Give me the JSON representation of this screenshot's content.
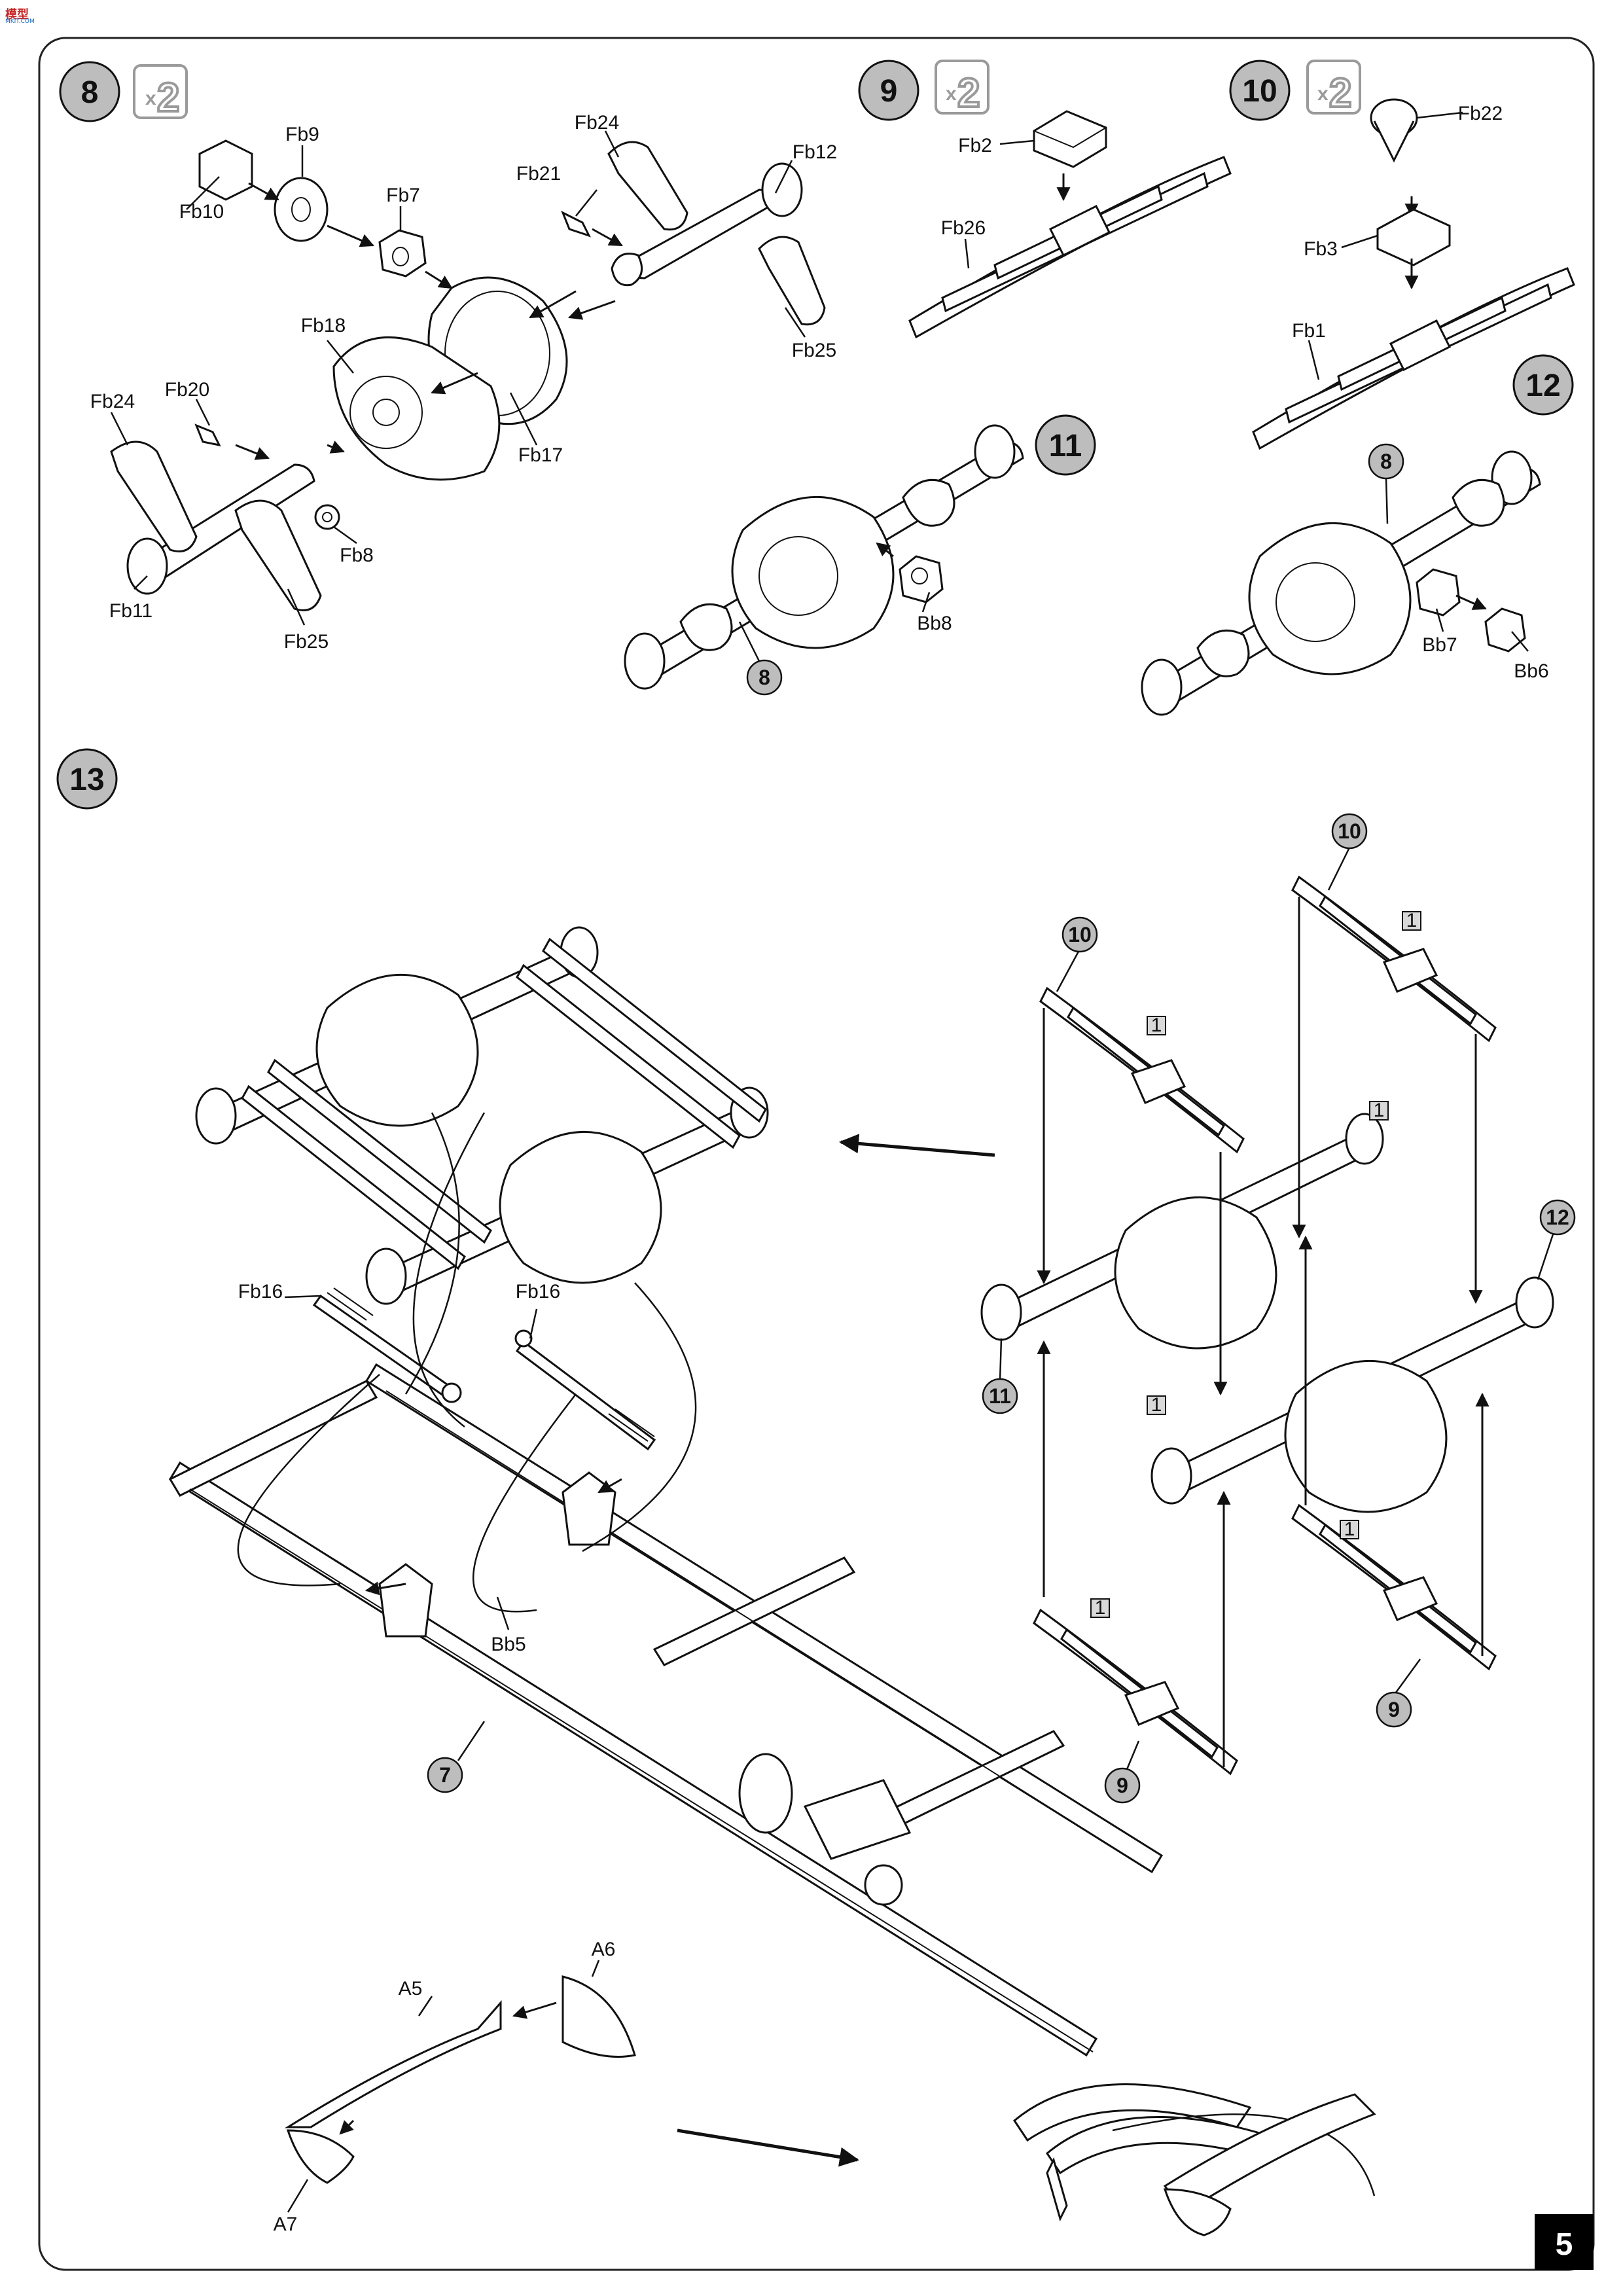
{
  "logo": {
    "text": "模型",
    "subtext": "MKIT.COM"
  },
  "page_number": "5",
  "steps": {
    "s8": {
      "number": "8",
      "multiplier_x": "x",
      "multiplier_n": "2"
    },
    "s9": {
      "number": "9",
      "multiplier_x": "x",
      "multiplier_n": "2"
    },
    "s10": {
      "number": "10",
      "multiplier_x": "x",
      "multiplier_n": "2"
    },
    "s11": {
      "number": "11"
    },
    "s12": {
      "number": "12"
    },
    "s13": {
      "number": "13"
    }
  },
  "parts": {
    "fb9": "Fb9",
    "fb10": "Fb10",
    "fb7": "Fb7",
    "fb24a": "Fb24",
    "fb21": "Fb21",
    "fb12": "Fb12",
    "fb25a": "Fb25",
    "fb18": "Fb18",
    "fb17": "Fb17",
    "fb24b": "Fb24",
    "fb20": "Fb20",
    "fb11": "Fb11",
    "fb8": "Fb8",
    "fb25b": "Fb25",
    "fb2": "Fb2",
    "fb26": "Fb26",
    "fb22": "Fb22",
    "fb3": "Fb3",
    "fb1": "Fb1",
    "bb8": "Bb8",
    "bb7": "Bb7",
    "bb6": "Bb6",
    "fb16a": "Fb16",
    "fb16b": "Fb16",
    "bb5": "Bb5",
    "a5": "A5",
    "a6": "A6",
    "a7": "A7"
  },
  "refs": {
    "r8a": "8",
    "r8b": "8",
    "r10a": "10",
    "r10b": "10",
    "r11": "11",
    "r12": "12",
    "r9a": "9",
    "r9b": "9",
    "r7": "7",
    "b1a": "1",
    "b1b": "1",
    "b1c": "1",
    "b1d": "1",
    "b1e": "1",
    "b1f": "1"
  }
}
